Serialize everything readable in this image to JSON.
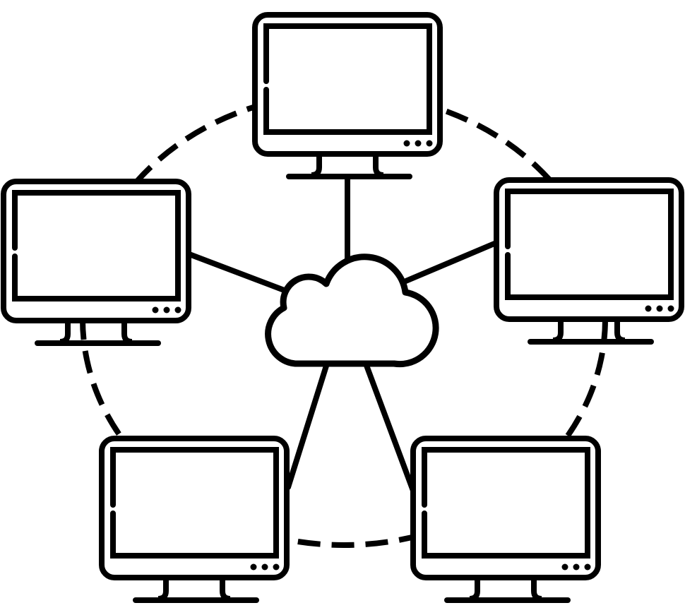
{
  "diagram": {
    "type": "network",
    "hub": {
      "icon": "cloud-icon"
    },
    "nodes": [
      {
        "id": "top",
        "icon": "monitor-icon"
      },
      {
        "id": "left",
        "icon": "monitor-icon"
      },
      {
        "id": "right",
        "icon": "monitor-icon"
      },
      {
        "id": "bottom-left",
        "icon": "monitor-icon"
      },
      {
        "id": "bottom-right",
        "icon": "monitor-icon"
      }
    ],
    "ring": {
      "style": "dashed"
    },
    "colors": {
      "stroke": "#000000",
      "fill": "#ffffff"
    }
  }
}
